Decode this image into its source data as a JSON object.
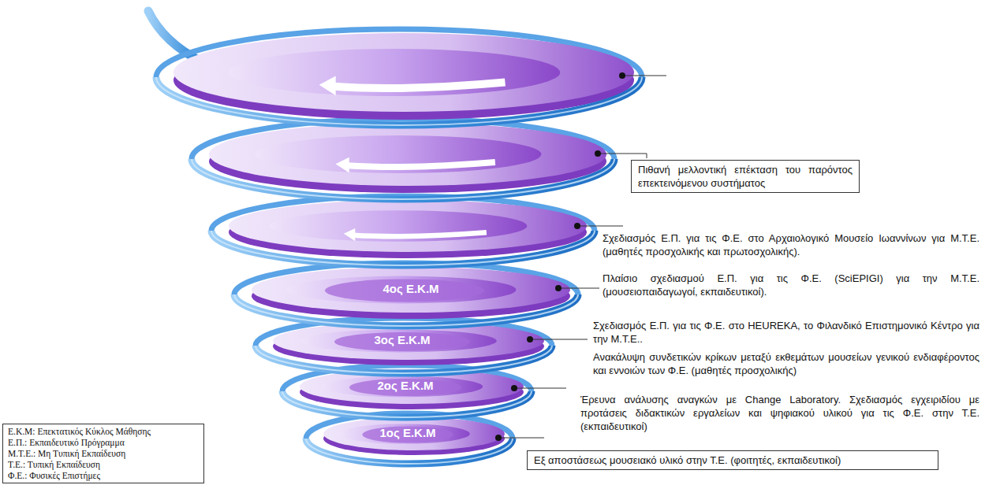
{
  "diagram": {
    "nodes": [
      {
        "text": [
          "Πιθανή μελλοντική επέκταση του παρόντος επεκτεινόμενου συστήματος"
        ]
      },
      {
        "text": [
          "4ος Ε.Κ.Μ"
        ]
      },
      {
        "text": [
          "3ος Ε.Κ.Μ"
        ]
      },
      {
        "text": [
          "2ος Ε.Κ.Μ"
        ]
      },
      {
        "text": [
          "1ος Ε.Κ.Μ"
        ]
      },
      {
        "text": [
          "Ε.Κ.Μ: Επεκτατικός Κύκλος Μάθησης",
          "Ε.Π.: Εκπαιδευτικό Πρόγραμμα",
          "Μ.Τ.Ε.: Μη Τυπική Εκπαίδευση",
          "Τ.Ε.: Τυπική Εκπαίδευση",
          "Φ.Ε.: Φυσικές Επιστήμες"
        ]
      },
      {
        "text": [
          "Εξ αποστάσεως μουσειακό υλικό στην Τ.Ε. (φοιτητές, εκπαιδευτικοί)"
        ]
      }
    ],
    "labels": [
      "Σχεδιασμός Ε.Π. για τις Φ.Ε. στο Αρχαιολογικό Μουσείο Ιωαννίνων για Μ.Τ.Ε. (μαθητές προσχολικής και πρωτοσχολικής).",
      "Πλαίσιο σχεδιασμού Ε.Π. για τις Φ.Ε. (SciEPIGI) για την Μ.Τ.Ε. (μουσειοπαιδαγωγοί, εκπαιδευτικοί).",
      "Σχεδιασμός Ε.Π. για τις Φ.Ε. στο HEUREKA, το Φιλανδικό Επιστημονικό Κέντρο για την Μ.Τ.Ε..",
      "Ανακάλυψη συνδετικών κρίκων μεταξύ εκθεμάτων μουσείων γενικού ενδιαφέροντος και εννοιών των Φ.Ε. (μαθητές προσχολικής)",
      "Έρευνα ανάλυσης αναγκών με Change Laboratory. Σχεδιασμός εγχειριδίου με προτάσεις διδακτικών εργαλείων και ψηφιακού υλικού για τις Φ.Ε. στην Τ.Ε. (εκπαιδευτικοί)"
    ]
  }
}
